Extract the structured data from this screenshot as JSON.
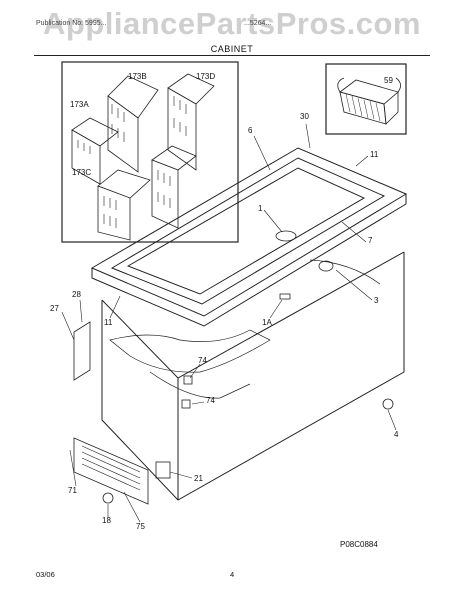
{
  "watermark": "AppliancePartsPros.com",
  "header": {
    "left_text": "Publication No: 5995...",
    "right_text": "...5264...",
    "section_title": "CABINET"
  },
  "callouts": {
    "c173a": "173A",
    "c173b": "173B",
    "c173c": "173C",
    "c173d": "173D",
    "c59": "59",
    "c30": "30",
    "c6": "6",
    "c11a": "11",
    "c1": "1",
    "c7": "7",
    "c3": "3",
    "c28": "28",
    "c27": "27",
    "c11b": "11",
    "c1a": "1A",
    "c74a": "74",
    "c74b": "74",
    "c4": "4",
    "c21": "21",
    "c71": "71",
    "c18": "18",
    "c75": "75"
  },
  "figure_code": "P08C0884",
  "footer": {
    "date": "03/06",
    "page": "4"
  }
}
